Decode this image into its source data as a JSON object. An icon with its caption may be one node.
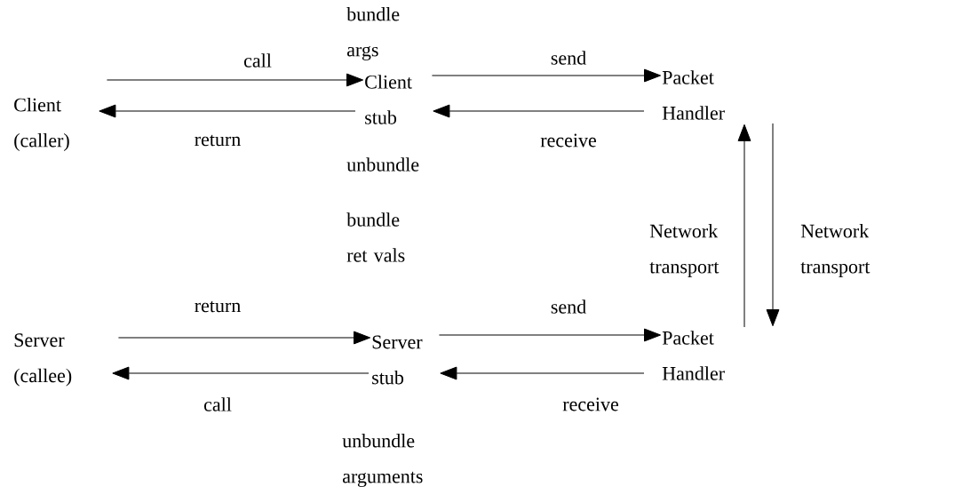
{
  "diagram": {
    "nodes": [
      {
        "text": [
          "Client (caller)"
        ]
      },
      {
        "text": [
          "Client stub"
        ],
        "beside": [
          "bundle args",
          "unbundle"
        ]
      },
      {
        "text": [
          "Packet Handler"
        ]
      },
      {
        "text": [
          "Server (callee)"
        ]
      },
      {
        "text": [
          "Server stub"
        ],
        "beside": [
          "bundle ret vals",
          "unbundle arguments"
        ]
      },
      {
        "text": [
          "Packet Handler"
        ]
      }
    ],
    "edges": [
      {
        "from": 0,
        "to": 1,
        "arrow": "to",
        "label": "call"
      },
      {
        "from": 1,
        "to": 0,
        "arrow": "to",
        "label": "return"
      },
      {
        "from": 1,
        "to": 2,
        "arrow": "to",
        "label": "send"
      },
      {
        "from": 2,
        "to": 1,
        "arrow": "to",
        "label": "receive"
      },
      {
        "from": 5,
        "to": 2,
        "arrow": "to",
        "label": "Network transport"
      },
      {
        "from": 2,
        "to": 5,
        "arrow": "to",
        "label": "Network transport"
      },
      {
        "from": 3,
        "to": 4,
        "arrow": "to",
        "label": "return"
      },
      {
        "from": 4,
        "to": 3,
        "arrow": "to",
        "label": "call"
      },
      {
        "from": 4,
        "to": 5,
        "arrow": "to",
        "label": "send"
      },
      {
        "from": 5,
        "to": 4,
        "arrow": "to",
        "label": "receive"
      }
    ]
  }
}
